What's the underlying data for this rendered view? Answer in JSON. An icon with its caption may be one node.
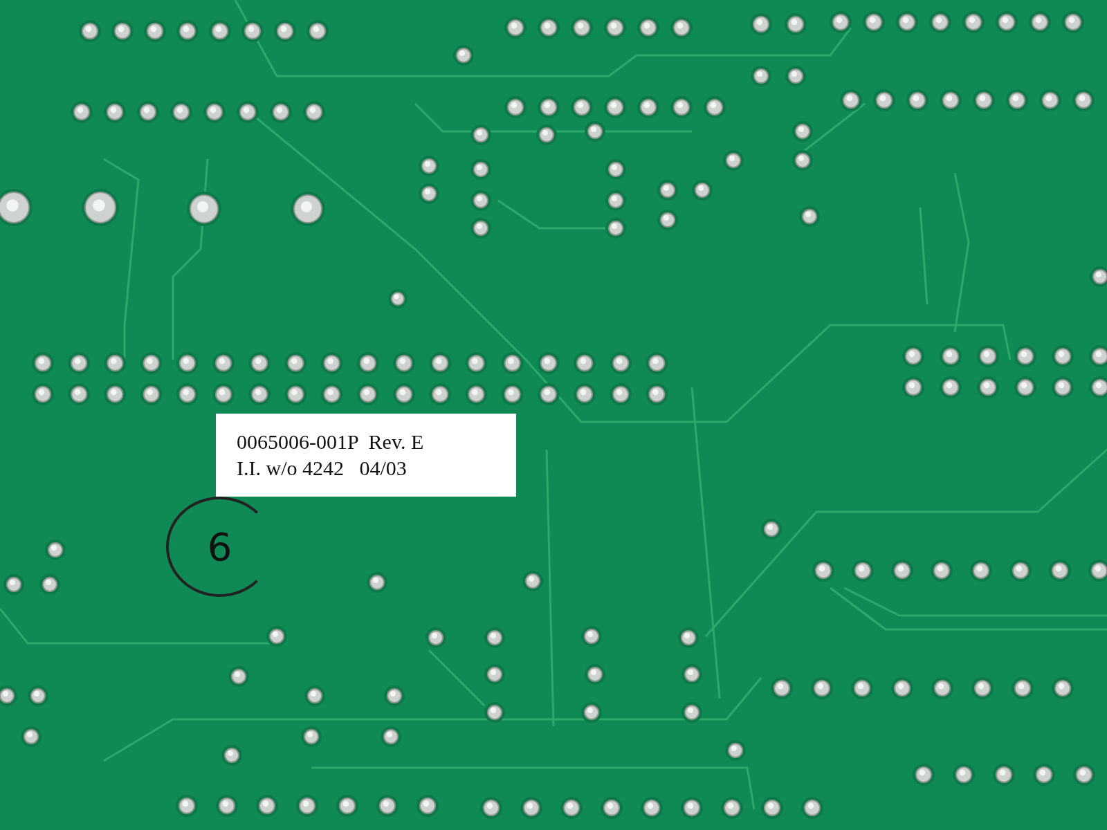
{
  "diagram": {
    "nodes": [
      {
        "text": [
          "0065006-001P  Rev. E",
          "I.I. w/o 4242   04/03"
        ]
      },
      {
        "text": [
          "6"
        ]
      }
    ]
  }
}
